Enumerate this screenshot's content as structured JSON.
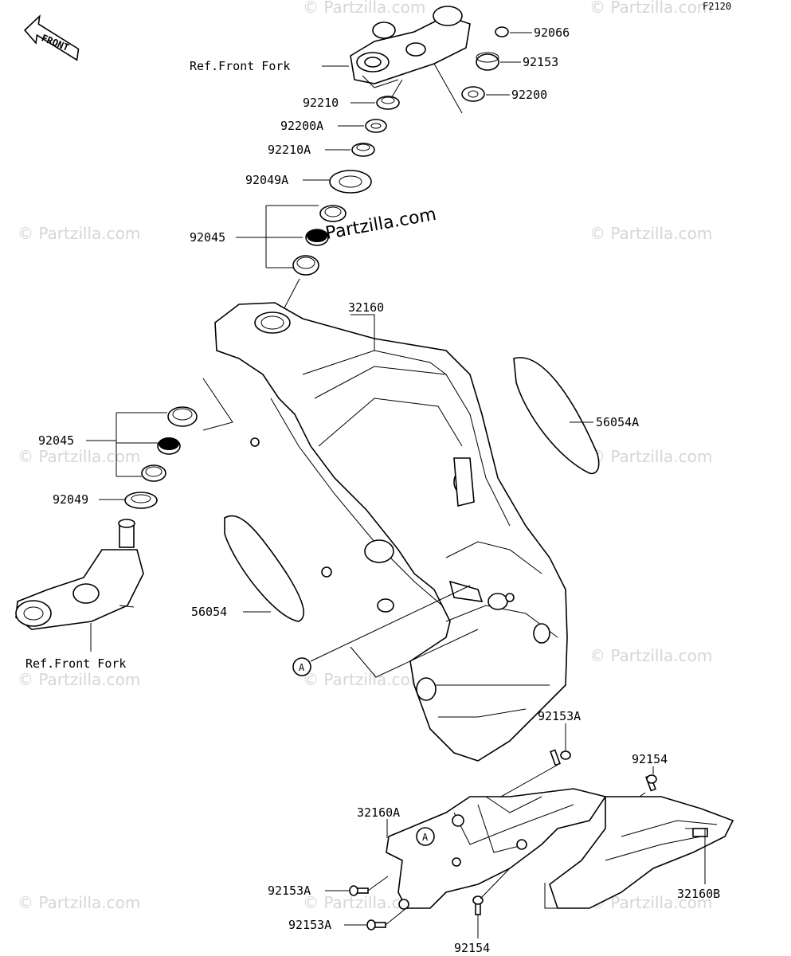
{
  "figure_code": "F2120",
  "front_label": "FRONT",
  "callout_letter": "A",
  "watermark": "Partzilla.com",
  "watermark_repeat": "© Partzilla.com",
  "labels": {
    "ref_front_fork_top": "Ref.Front Fork",
    "ref_front_fork_bottom": "Ref.Front Fork",
    "p92066": "92066",
    "p92153": "92153",
    "p92200": "92200",
    "p92210": "92210",
    "p92200A": "92200A",
    "p92210A": "92210A",
    "p92049A": "92049A",
    "p92045_top": "92045",
    "p32160": "32160",
    "p56054A": "56054A",
    "p92045_left": "92045",
    "p92049": "92049",
    "p56054": "56054",
    "p92153A_right": "92153A",
    "p92154_right": "92154",
    "p32160A": "32160A",
    "p92153A_left": "92153A",
    "p92153A_bottom": "92153A",
    "p92154_bottom": "92154",
    "p32160B": "32160B"
  }
}
